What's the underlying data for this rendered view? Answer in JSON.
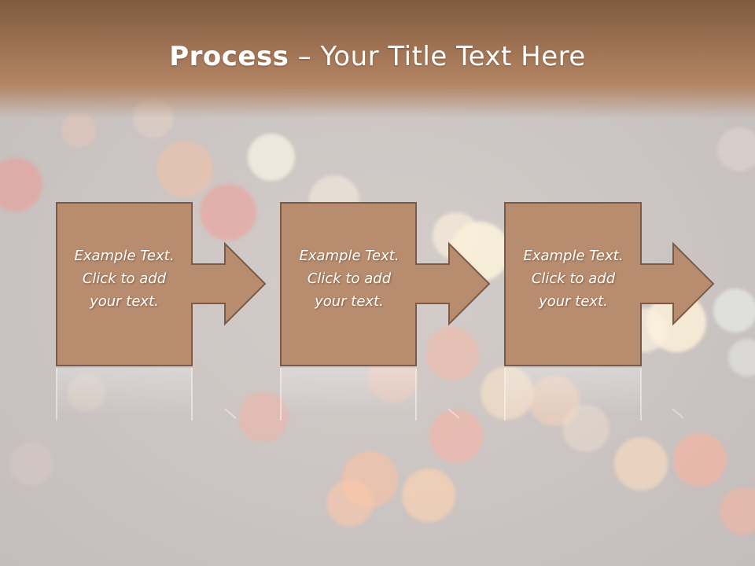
{
  "slide": {
    "title_bold": "Process",
    "title_rest": " – Your Title Text Here"
  },
  "steps": [
    {
      "line1": "Example Text.",
      "line2": "Click  to add",
      "line3": "your text."
    },
    {
      "line1": "Example Text.",
      "line2": "Click  to add",
      "line3": "your text."
    },
    {
      "line1": "Example Text.",
      "line2": "Click  to add",
      "line3": "your text."
    }
  ],
  "colors": {
    "title_band": "#9e7253",
    "shape_fill": "#b88c6e",
    "shape_stroke": "#7c5a45",
    "background": "#cdc8c6"
  }
}
